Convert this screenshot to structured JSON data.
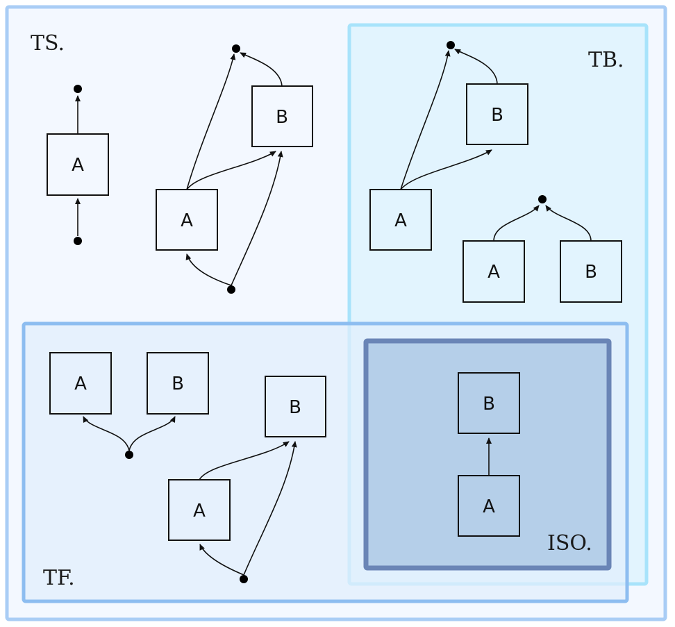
{
  "regions": {
    "ts": {
      "label": "TS.",
      "fill": "#f3f8ff",
      "stroke": "#a9cdf5"
    },
    "tb": {
      "label": "TB.",
      "fill": "#e2f4fe",
      "stroke": "#a8e3fb"
    },
    "tf": {
      "label": "TF.",
      "fill": "#e1eefc",
      "stroke": "#8dbdf0"
    },
    "iso": {
      "label": "ISO.",
      "fill": "#b5cfe9",
      "stroke": "#6a85b6"
    }
  },
  "box_labels": {
    "a": "A",
    "b": "B"
  },
  "colors": {
    "ink": "#111111",
    "node": "#000000"
  }
}
